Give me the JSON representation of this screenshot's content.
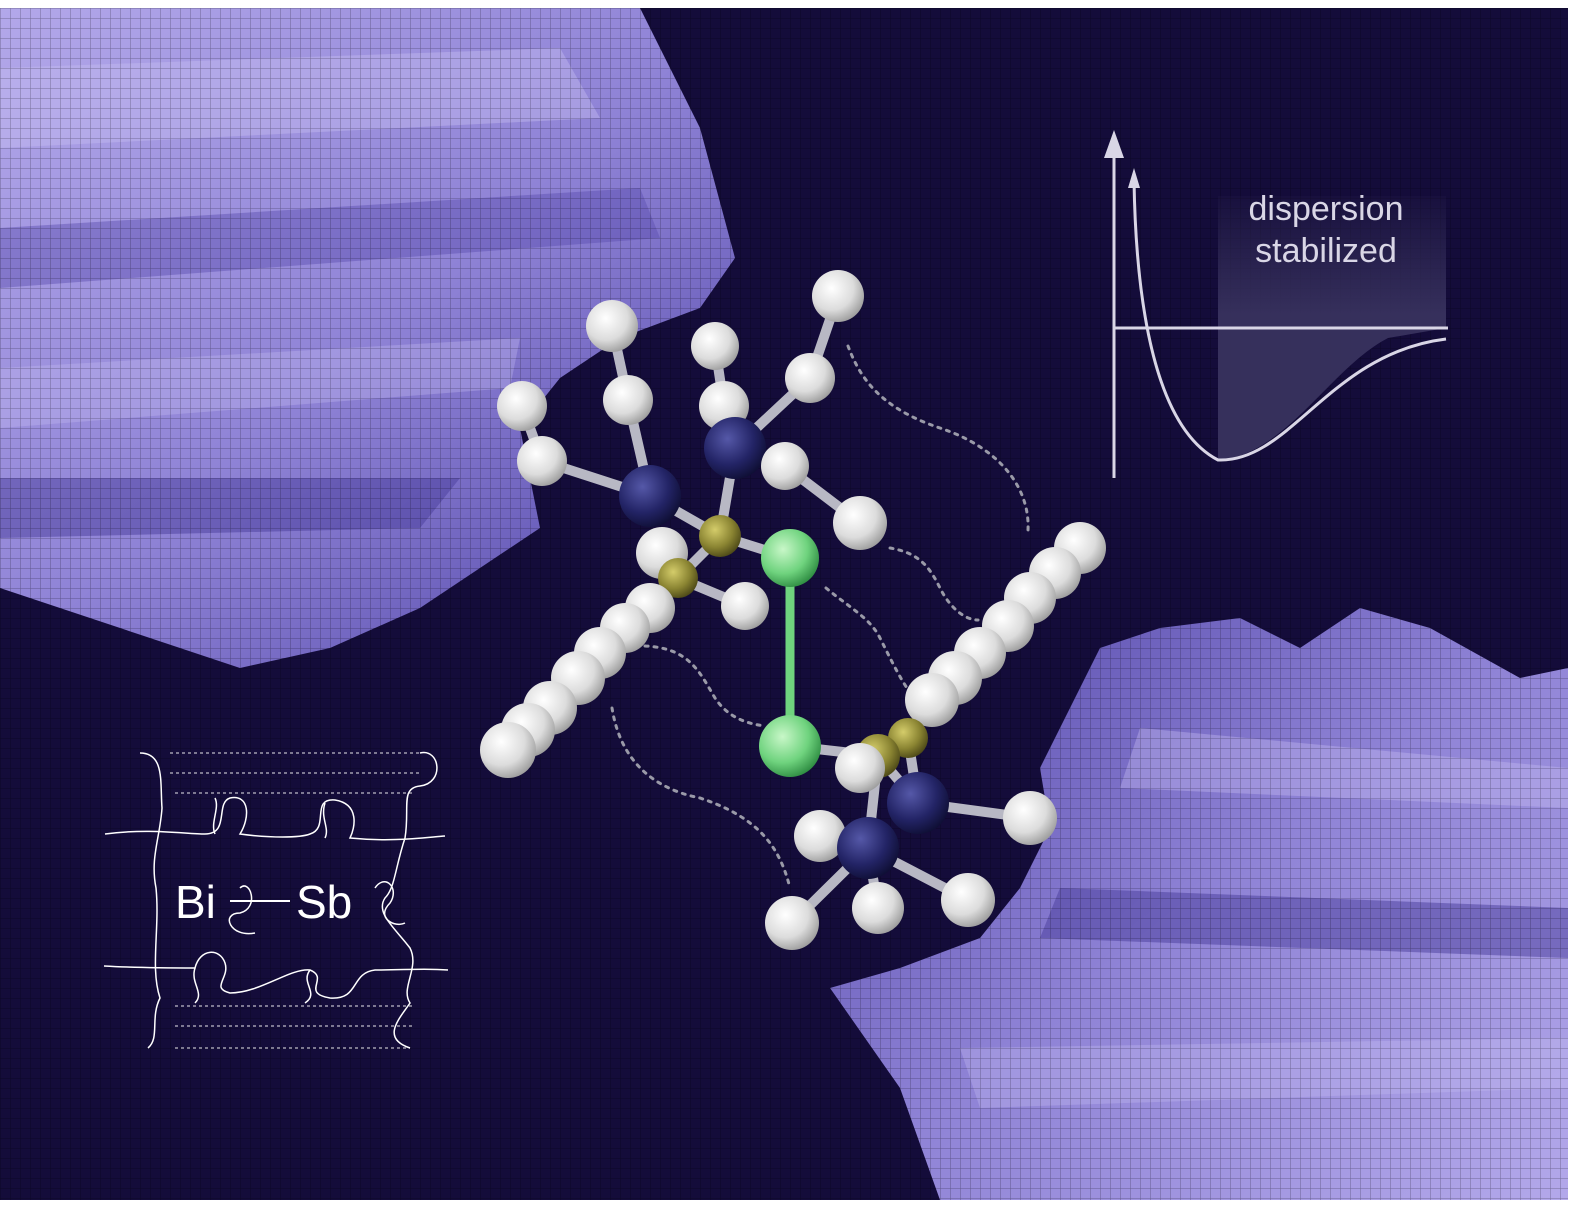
{
  "image": {
    "background_color": "#140c3a",
    "streak_color": "#a79ae0",
    "streak_dark_color": "#3d2f8e",
    "grid_color": "#000000"
  },
  "potential_plot": {
    "label_line1": "dispersion",
    "label_line2": "stabilized",
    "line_color": "#d9d6e6",
    "shade_color": "#3a3460"
  },
  "puzzle": {
    "left_element": "Bi",
    "right_element": "Sb",
    "line_color": "#ffffff"
  },
  "molecule": {
    "atom_colors": {
      "hydrogen_carbon": "#eeeeee",
      "nitrogen": "#232466",
      "silicon": "#8a8432",
      "pnictogen": "#6fd37e"
    },
    "interaction_line_color": "#9a9aa8"
  }
}
